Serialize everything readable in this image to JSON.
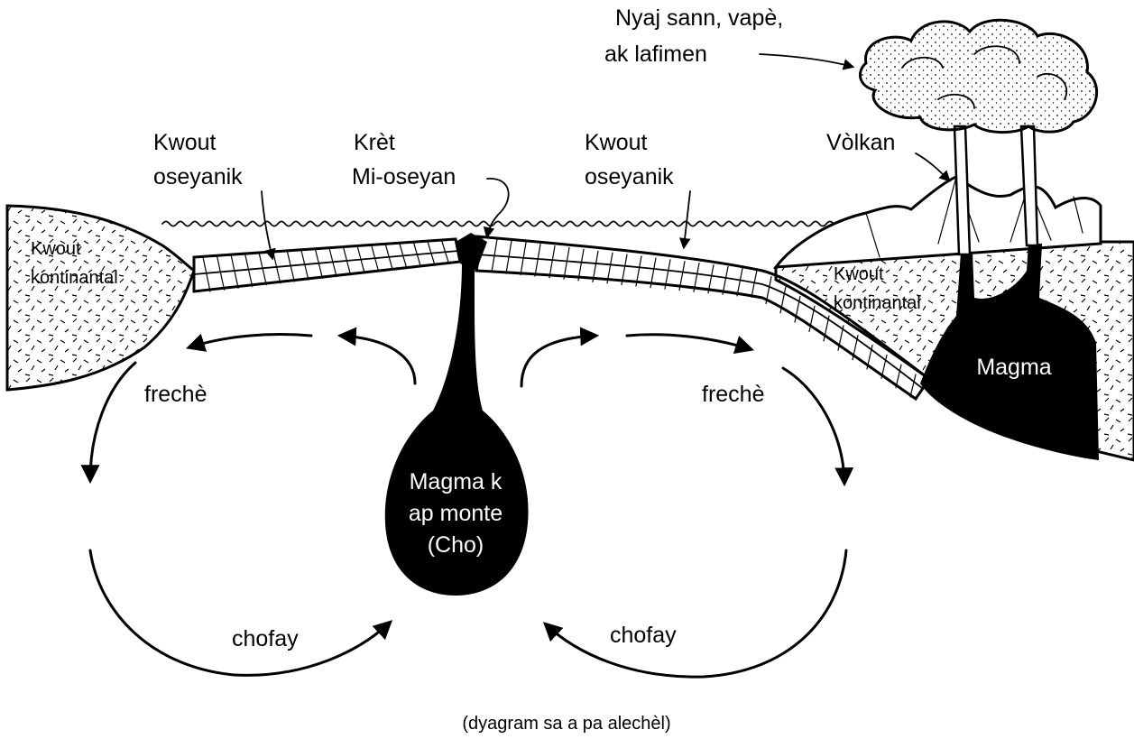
{
  "colors": {
    "ink": "#000000",
    "paper": "#ffffff"
  },
  "labels": {
    "plume": [
      "Nyaj sann, vapè,",
      "ak lafimen"
    ],
    "volcano": "Vòlkan",
    "oceanic_crust_left": [
      "Kwout",
      "oseyanik"
    ],
    "ridge": [
      "Krèt",
      "Mi-oseyan"
    ],
    "oceanic_crust_right": [
      "Kwout",
      "oseyanik"
    ],
    "continental_crust_left": [
      "Kwout",
      "kontinantal"
    ],
    "continental_crust_right": [
      "Kwout",
      "kontinantal"
    ],
    "magma_right": "Magma",
    "rising_magma": [
      "Magma k",
      "ap monte",
      "(Cho)"
    ],
    "cool_left": "frechè",
    "cool_right": "frechè",
    "hot_left": "chofay",
    "hot_right": "chofay",
    "caption": "(dyagram sa a pa alechèl)"
  }
}
